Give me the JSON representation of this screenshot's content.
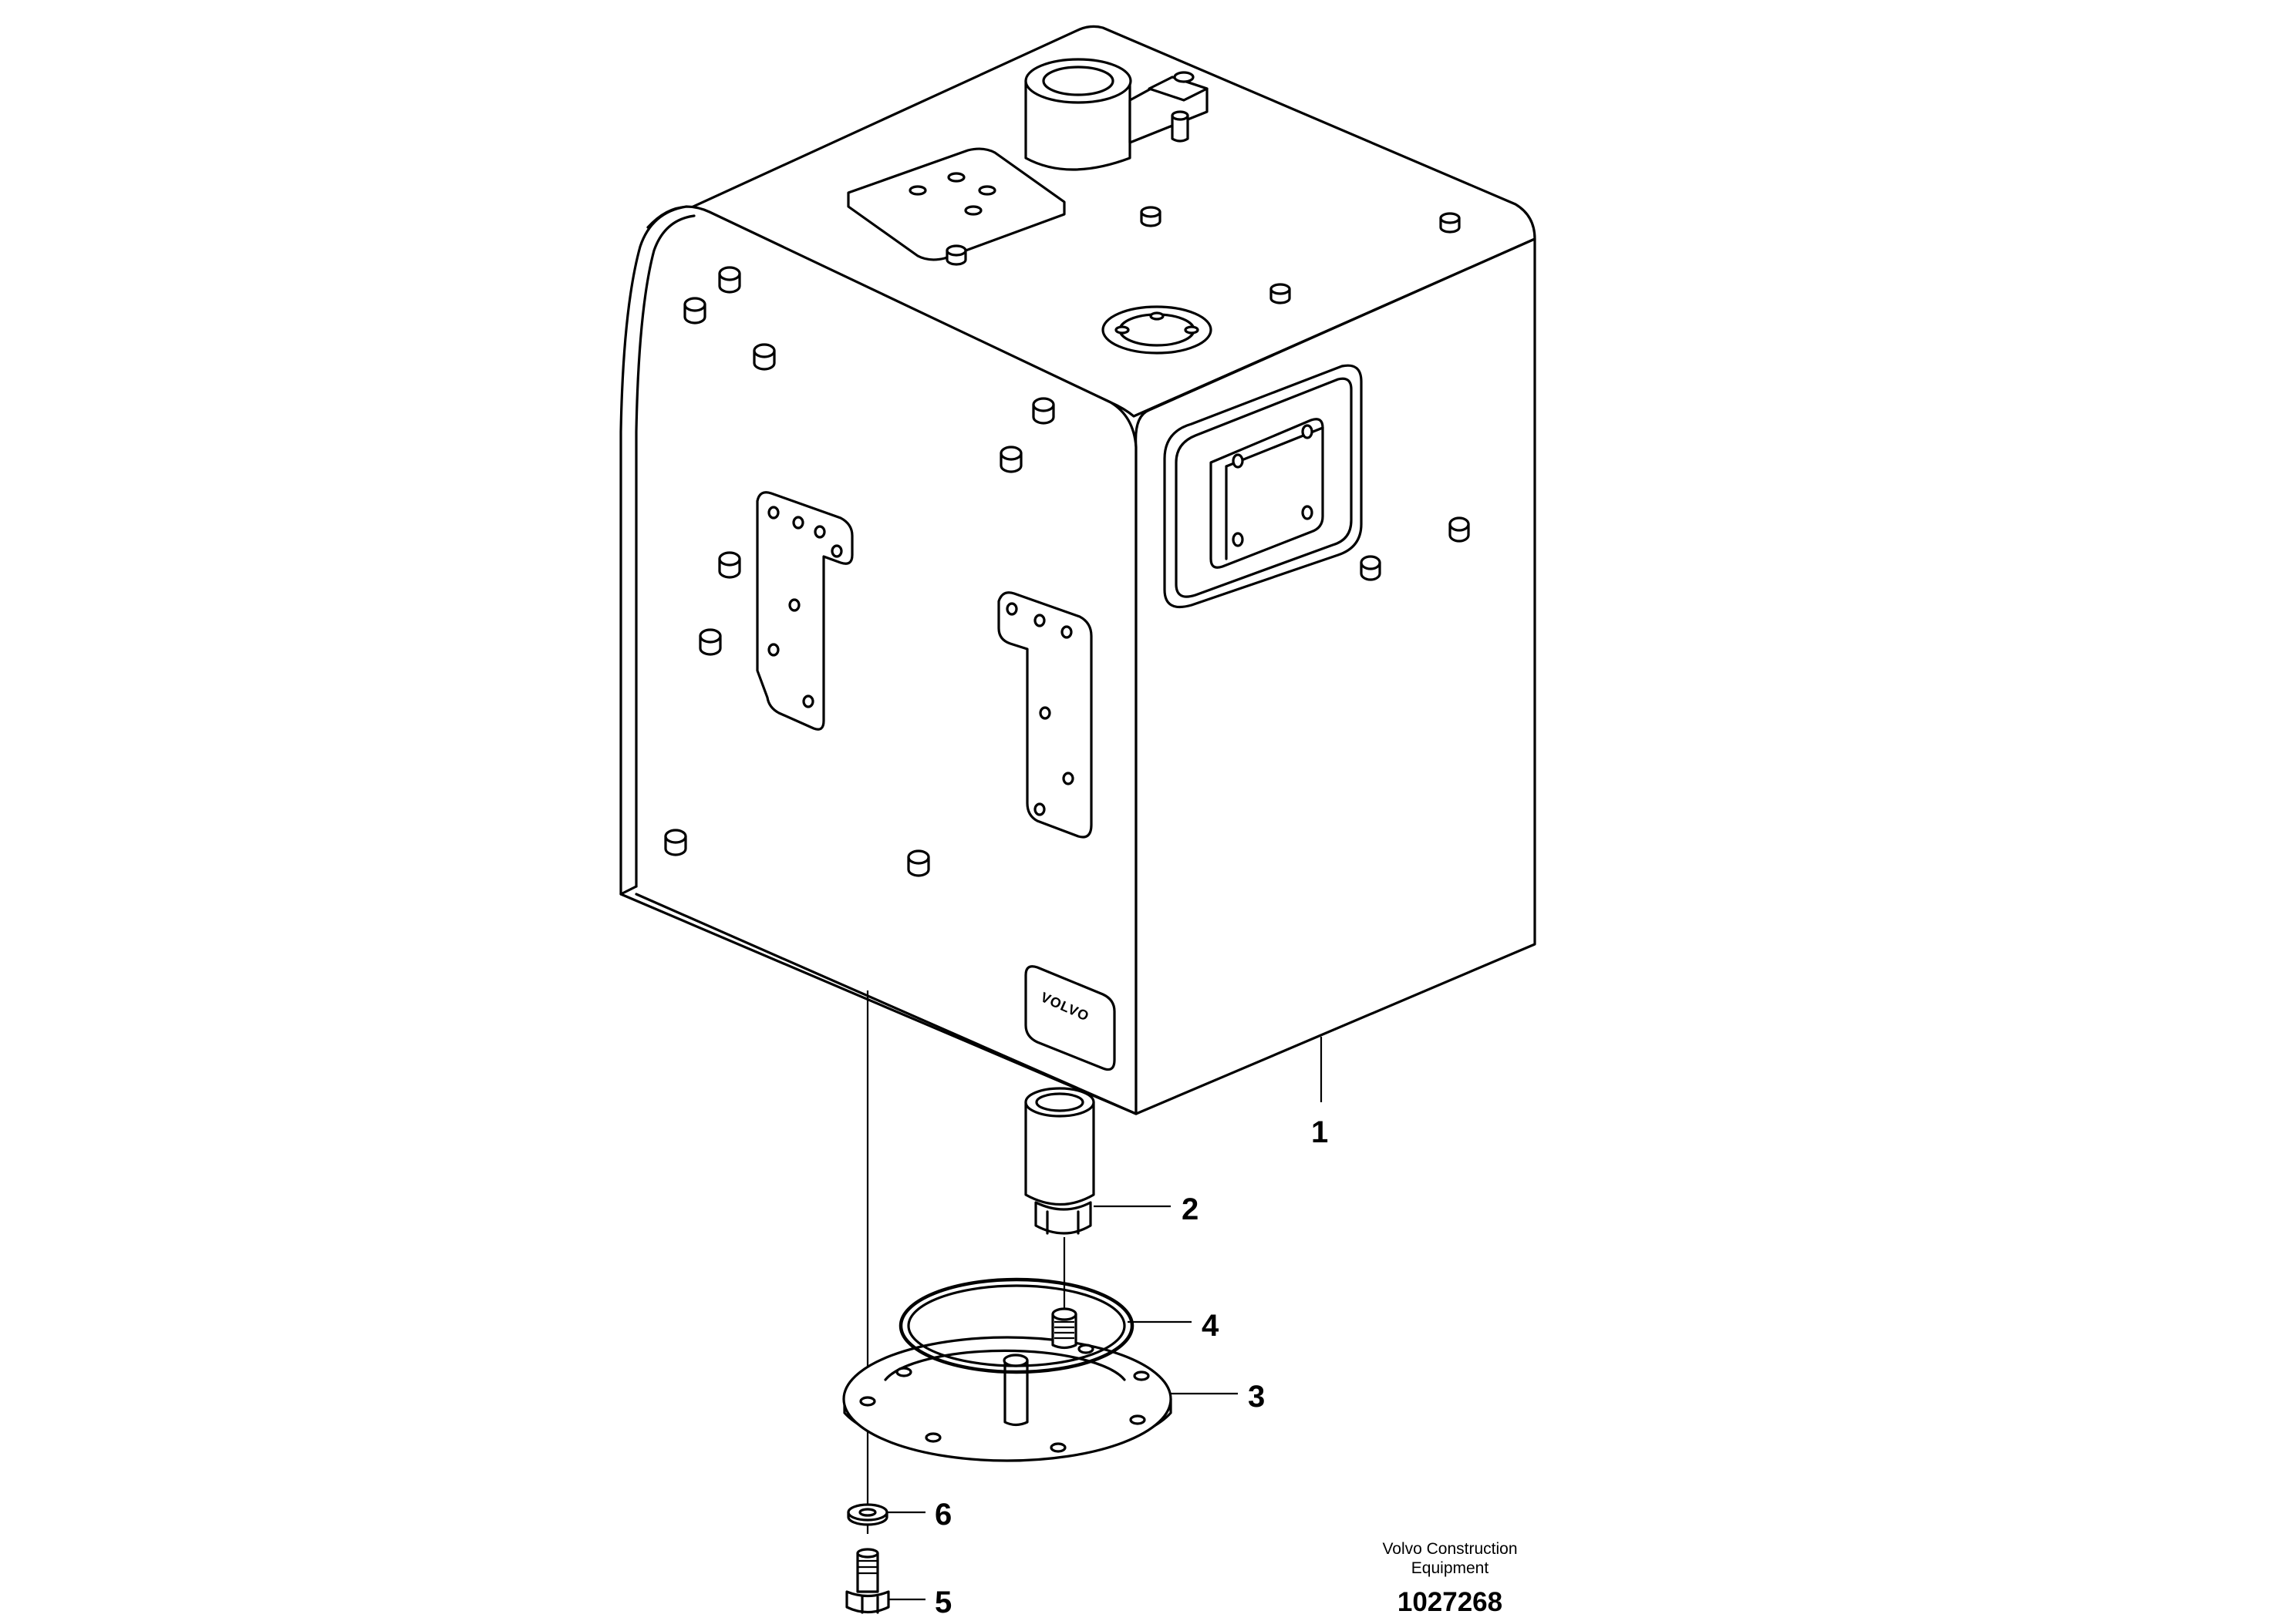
{
  "callouts": [
    {
      "id": "1",
      "label": "1"
    },
    {
      "id": "2",
      "label": "2"
    },
    {
      "id": "3",
      "label": "3"
    },
    {
      "id": "4",
      "label": "4"
    },
    {
      "id": "5",
      "label": "5"
    },
    {
      "id": "6",
      "label": "6"
    }
  ],
  "credit": {
    "line1": "Volvo Construction",
    "line2": "Equipment"
  },
  "document_number": "1027268",
  "tank_logo": "VOLVO"
}
